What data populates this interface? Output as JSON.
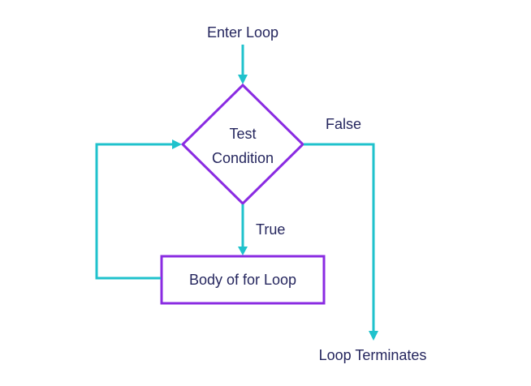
{
  "diagram": {
    "entry_label": "Enter Loop",
    "decision": {
      "line1": "Test",
      "line2": "Condition"
    },
    "false_label": "False",
    "true_label": "True",
    "body_label": "Body of for Loop",
    "exit_label": "Loop Terminates"
  },
  "colors": {
    "connector": "#1fc2cc",
    "shape_border": "#8a2be2",
    "text": "#25265e"
  }
}
